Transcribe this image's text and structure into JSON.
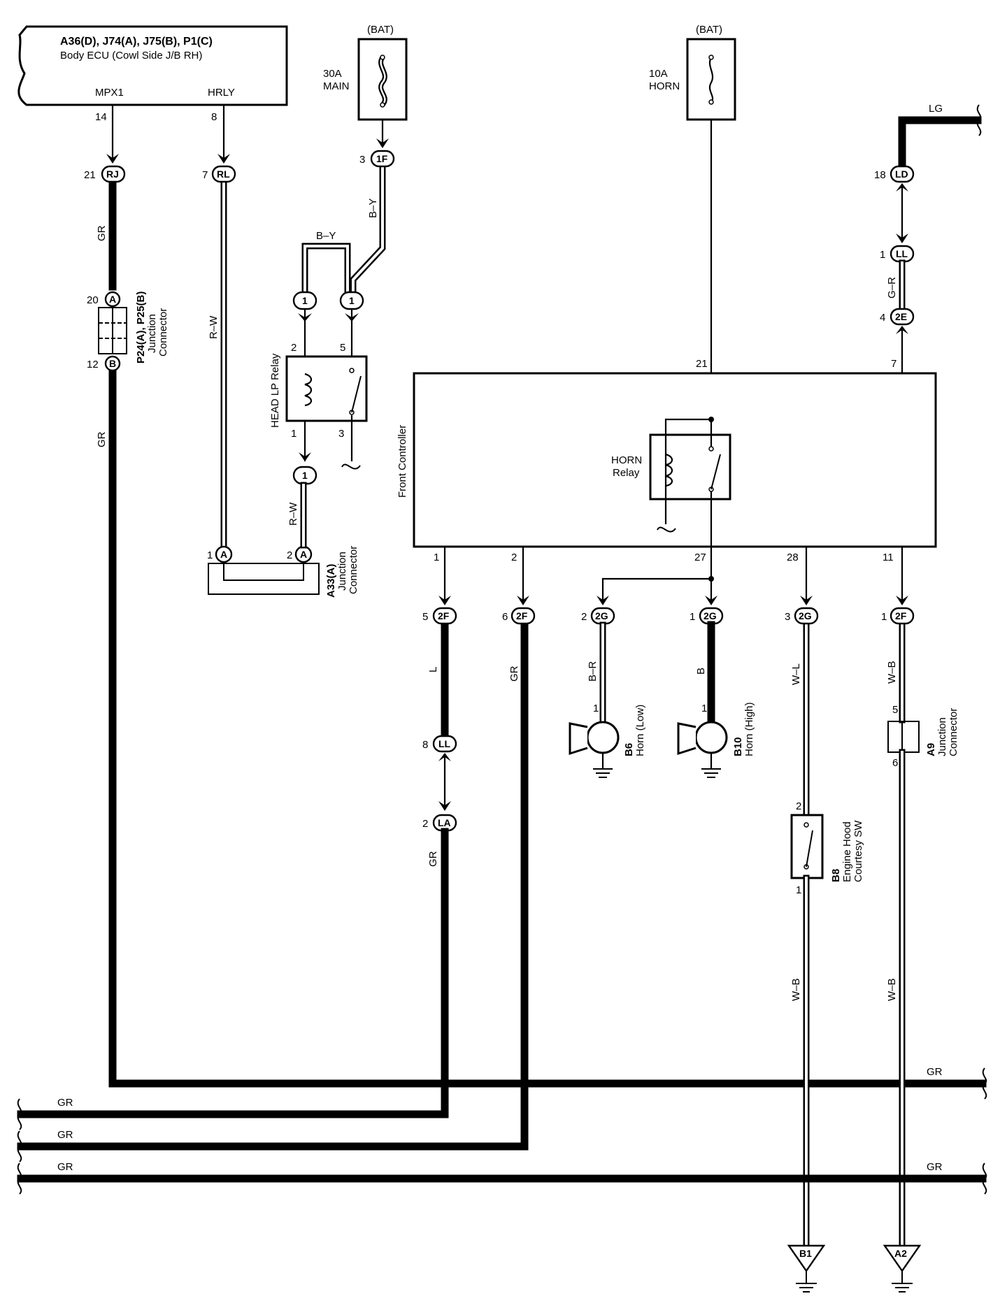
{
  "diagram": {
    "ecu": {
      "title": "A36(D), J74(A), J75(B), P1(C)",
      "subtitle": "Body ECU (Cowl Side J/B RH)",
      "pin_mpx1_label": "MPX1",
      "pin_mpx1_num": "14",
      "pin_hrly_label": "HRLY",
      "pin_hrly_num": "8"
    },
    "fuses": {
      "main": {
        "source": "(BAT)",
        "rating": "30A",
        "name": "MAIN"
      },
      "horn": {
        "source": "(BAT)",
        "rating": "10A",
        "name": "HORN"
      }
    },
    "connectors": {
      "rj": {
        "pin": "21",
        "code": "RJ"
      },
      "rl": {
        "pin": "7",
        "code": "RL"
      },
      "f1": {
        "pin": "3",
        "code": "1F"
      },
      "ld": {
        "pin": "18",
        "code": "LD"
      },
      "ll_top": {
        "pin": "1",
        "code": "LL"
      },
      "e2": {
        "pin": "4",
        "code": "2E"
      },
      "ll_mid": {
        "pin": "8",
        "code": "LL"
      },
      "la": {
        "pin": "2",
        "code": "LA"
      },
      "f2_5": {
        "pin": "5",
        "code": "2F"
      },
      "f2_6": {
        "pin": "6",
        "code": "2F"
      },
      "g2_2": {
        "pin": "2",
        "code": "2G"
      },
      "g2_1": {
        "pin": "1",
        "code": "2G"
      },
      "g2_3": {
        "pin": "3",
        "code": "2G"
      },
      "f2_1": {
        "pin": "1",
        "code": "2F"
      },
      "relay_in1": "1",
      "relay_in2": "1",
      "relay_out": "1",
      "p24_a_pin": "20",
      "p24_a_code": "A",
      "p24_b_pin": "12",
      "p24_b_code": "B",
      "a33_1_pin": "1",
      "a33_1_code": "A",
      "a33_2_pin": "2",
      "a33_2_code": "A"
    },
    "wires": {
      "gr": "GR",
      "rw": "R–W",
      "by": "B–Y",
      "lg": "LG",
      "gr2": "G–R",
      "l": "L",
      "br": "B–R",
      "b": "B",
      "wl": "W–L",
      "wb": "W–B"
    },
    "junctions": {
      "p24": {
        "line1": "P24(A), P25(B)",
        "line2": "Junction",
        "line3": "Connector"
      },
      "a33": {
        "line1": "A33(A)",
        "line2": "Junction",
        "line3": "Connector"
      },
      "a9": {
        "line1": "A9",
        "line2": "Junction",
        "line3": "Connector",
        "pin_in": "5",
        "pin_out": "6"
      }
    },
    "head_lp_relay": {
      "name": "HEAD LP Relay",
      "p2": "2",
      "p5": "5",
      "p1": "1",
      "p3": "3"
    },
    "front_controller": {
      "name": "Front Controller",
      "relay_line1": "HORN",
      "relay_line2": "Relay",
      "pin_top_21": "21",
      "pin_top_7": "7",
      "pin_b1": "1",
      "pin_b2": "2",
      "pin_b27": "27",
      "pin_b28": "28",
      "pin_b11": "11"
    },
    "horns": {
      "low": {
        "code": "B6",
        "name": "Horn (Low)",
        "pin": "1"
      },
      "high": {
        "code": "B10",
        "name": "Horn (High)",
        "pin": "1"
      }
    },
    "hood_sw": {
      "code": "B8",
      "line1": "Engine Hood",
      "line2": "Courtesy SW",
      "pin_top": "2",
      "pin_bottom": "1"
    },
    "grounds": {
      "g1": "B1",
      "g2": "A2"
    }
  }
}
